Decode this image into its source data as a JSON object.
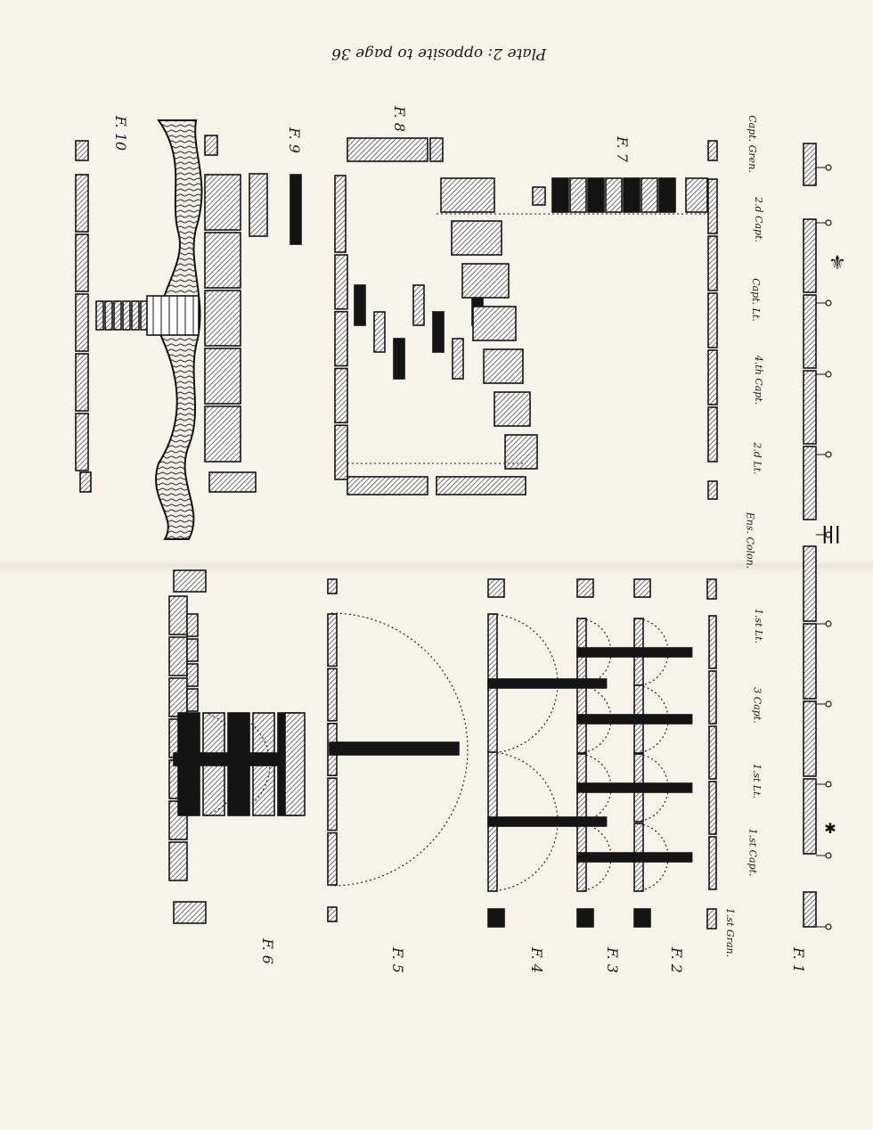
{
  "plate_title": "Plate 2: opposite to page 36",
  "figure_labels": {
    "f1": "F. 1",
    "f2": "F. 2",
    "f3": "F. 3",
    "f4": "F. 4",
    "f5": "F. 5",
    "f6": "F. 6",
    "f7": "F. 7",
    "f8": "F. 8",
    "f9": "F. 9",
    "f10": "F. 10"
  },
  "column_labels": [
    "1.st Gran.",
    "1.st Capt.",
    "1.st Lt.",
    "3 Capt.",
    "1.st Lt.",
    "Ens. Colon.",
    "2.d Lt.",
    "4.th Capt.",
    "Capt. Lt.",
    "2.d Capt.",
    "Capt. Gren."
  ],
  "colors": {
    "paper": "#f6f3ea",
    "ink": "#141414",
    "hatch": "#5a5a5a"
  },
  "icons": [
    "fleur-de-lis-icon",
    "star-icon",
    "flag-icon",
    "colours-icon"
  ]
}
